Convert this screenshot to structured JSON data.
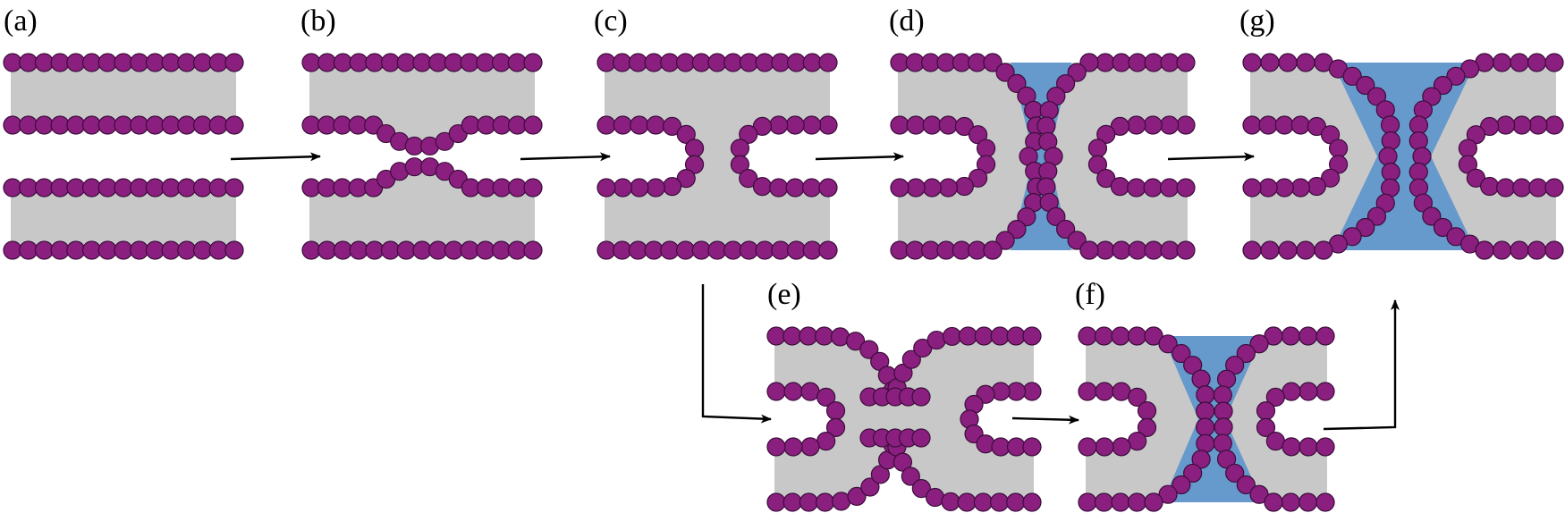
{
  "panels": {
    "a": {
      "label": "(a)"
    },
    "b": {
      "label": "(b)"
    },
    "c": {
      "label": "(c)"
    },
    "d": {
      "label": "(d)"
    },
    "e": {
      "label": "(e)"
    },
    "f": {
      "label": "(f)"
    },
    "g": {
      "label": "(g)"
    }
  },
  "colors": {
    "lipid_head": "#8b1f7f",
    "hydrophobic_core": "#c8c8c8",
    "fusion_pore": "#6699cc",
    "arrow": "#000000"
  },
  "icons": [
    "lipid-bilayer-stack",
    "fusion-arrow"
  ]
}
